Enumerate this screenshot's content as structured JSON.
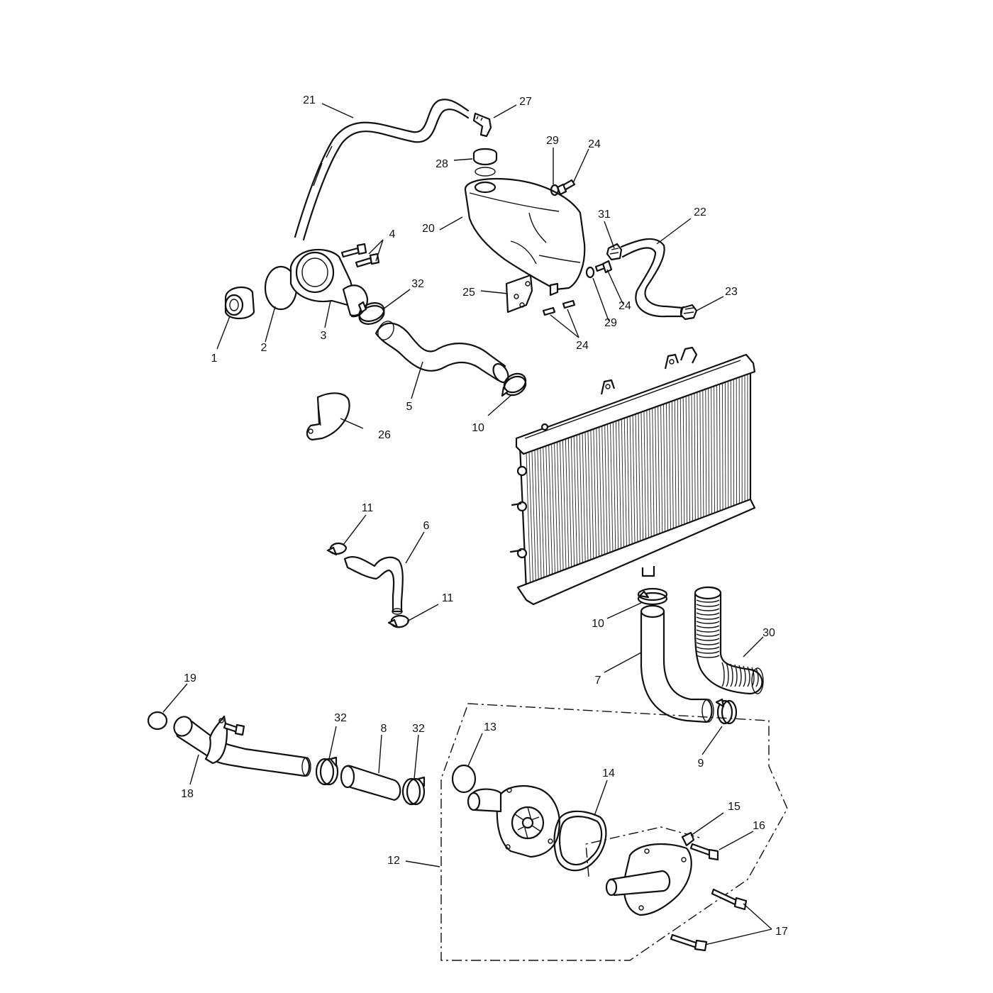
{
  "callouts": [
    {
      "key": "c1",
      "text": "1"
    },
    {
      "key": "c2",
      "text": "2"
    },
    {
      "key": "c3",
      "text": "3"
    },
    {
      "key": "c4",
      "text": "4"
    },
    {
      "key": "c5",
      "text": "5"
    },
    {
      "key": "c6",
      "text": "6"
    },
    {
      "key": "c7",
      "text": "7"
    },
    {
      "key": "c8",
      "text": "8"
    },
    {
      "key": "c9",
      "text": "9"
    },
    {
      "key": "c10a",
      "text": "10"
    },
    {
      "key": "c10b",
      "text": "10"
    },
    {
      "key": "c11a",
      "text": "11"
    },
    {
      "key": "c11b",
      "text": "11"
    },
    {
      "key": "c12",
      "text": "12"
    },
    {
      "key": "c13",
      "text": "13"
    },
    {
      "key": "c14",
      "text": "14"
    },
    {
      "key": "c15",
      "text": "15"
    },
    {
      "key": "c16",
      "text": "16"
    },
    {
      "key": "c17",
      "text": "17"
    },
    {
      "key": "c18",
      "text": "18"
    },
    {
      "key": "c19",
      "text": "19"
    },
    {
      "key": "c20",
      "text": "20"
    },
    {
      "key": "c21",
      "text": "21"
    },
    {
      "key": "c22",
      "text": "22"
    },
    {
      "key": "c23",
      "text": "23"
    },
    {
      "key": "c24a",
      "text": "24"
    },
    {
      "key": "c24b",
      "text": "24"
    },
    {
      "key": "c24c",
      "text": "24"
    },
    {
      "key": "c25",
      "text": "25"
    },
    {
      "key": "c26",
      "text": "26"
    },
    {
      "key": "c27",
      "text": "27"
    },
    {
      "key": "c28",
      "text": "28"
    },
    {
      "key": "c29a",
      "text": "29"
    },
    {
      "key": "c29b",
      "text": "29"
    },
    {
      "key": "c30",
      "text": "30"
    },
    {
      "key": "c31",
      "text": "31"
    },
    {
      "key": "c32a",
      "text": "32"
    },
    {
      "key": "c32b",
      "text": "32"
    },
    {
      "key": "c32c",
      "text": "32"
    }
  ]
}
